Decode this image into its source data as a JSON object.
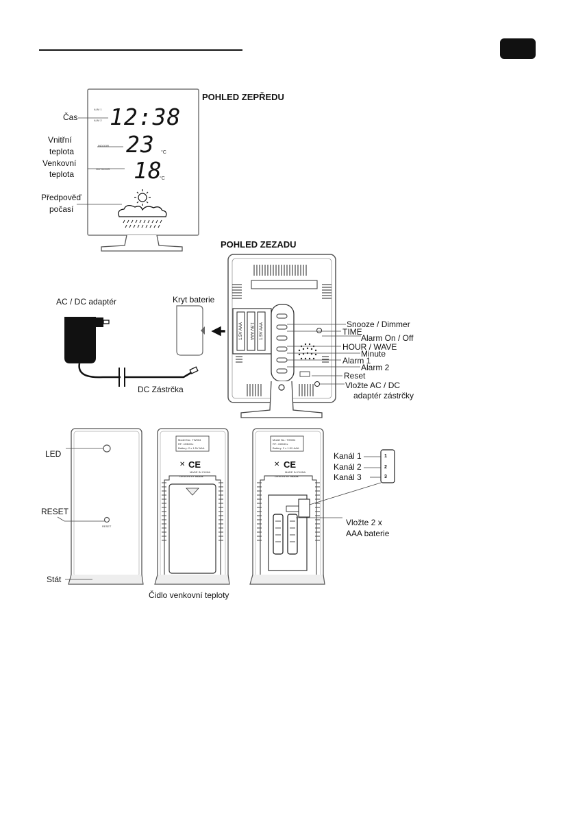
{
  "page_tab": {
    "color": "#111111"
  },
  "front_view": {
    "heading": "POHLED ZEPŘEDU",
    "labels": {
      "time": "Čas",
      "indoor_1": "Vnitřní",
      "indoor_2": "teplota",
      "outdoor_1": "Venkovní",
      "outdoor_2": "teplota",
      "forecast_1": "Předpověď",
      "forecast_2": "počasí"
    },
    "display": {
      "time": "12:38",
      "indoor_temp": "23",
      "outdoor_temp": "18",
      "unit": "°C",
      "alm1": "ALM 1",
      "alm2": "ALM 2",
      "indoor_tag": "INDOOR",
      "outdoor_tag": "OUTDOOR"
    }
  },
  "back_view": {
    "heading": "POHLED ZEZADU",
    "labels": {
      "adapter": "AC / DC adaptér",
      "battery_cover": "Kryt baterie",
      "dc_plug": "DC Zástrčka",
      "snooze": "Snooze / Dimmer",
      "time_btn": "TIME",
      "alarm_on_off": "Alarm On / Off",
      "hour_wave": "HOUR / WAVE",
      "minute": "Minute",
      "alarm1": "Alarm 1",
      "alarm2": "Alarm 2",
      "reset": "Reset",
      "insert_plug_1": "Vložte AC / DC",
      "insert_plug_2": "adaptér zástrčky"
    },
    "battery_text": "1.5V AAA"
  },
  "sensor": {
    "labels": {
      "led": "LED",
      "reset": "RESET",
      "stand": "Stát",
      "caption": "Čidlo venkovní teploty",
      "ch1": "Kanál 1",
      "ch2": "Kanál 2",
      "ch3": "Kanál 3",
      "insert_1": "Vložte 2 x",
      "insert_2": "AAA baterie"
    },
    "reset_tag": "RESET",
    "sticker": {
      "l1": "Model No.: TW004",
      "l2": "RF: 433MHz",
      "l3": "Battery: 2 x 1.5V AAA"
    },
    "made_in": "MADE IN CHINA",
    "design_by": "DESIGN BY",
    "brand": "NOUS",
    "ce": "CE",
    "channel_nums": [
      "1",
      "2",
      "3"
    ]
  }
}
